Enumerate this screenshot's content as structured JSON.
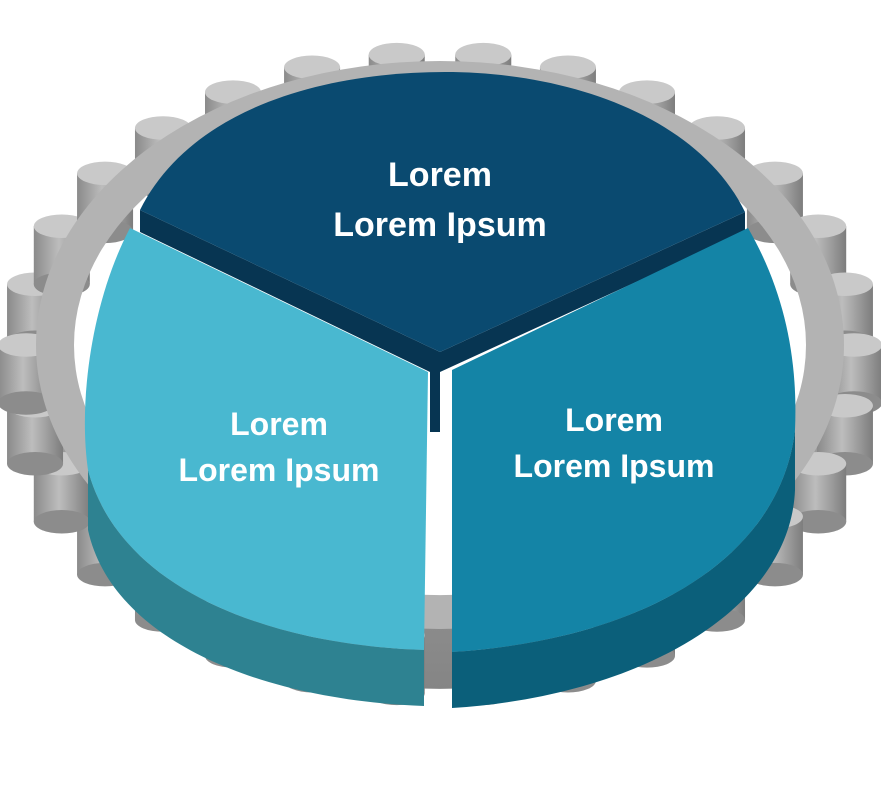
{
  "segments": [
    {
      "id": "top",
      "line1": "Lorem",
      "line2": "Lorem Ipsum",
      "color": "#0a4a70",
      "side": "#073552"
    },
    {
      "id": "left",
      "line1": "Lorem",
      "line2": "Lorem Ipsum",
      "color": "#49b8d0",
      "side": "#2e8291"
    },
    {
      "id": "right",
      "line1": "Lorem",
      "line2": "Lorem Ipsum",
      "color": "#1484a6",
      "side": "#0b5f7a"
    }
  ],
  "gear": {
    "color": "#b3b3b3",
    "shade": "#8c8c8c",
    "rim": "#c9c9c9"
  }
}
